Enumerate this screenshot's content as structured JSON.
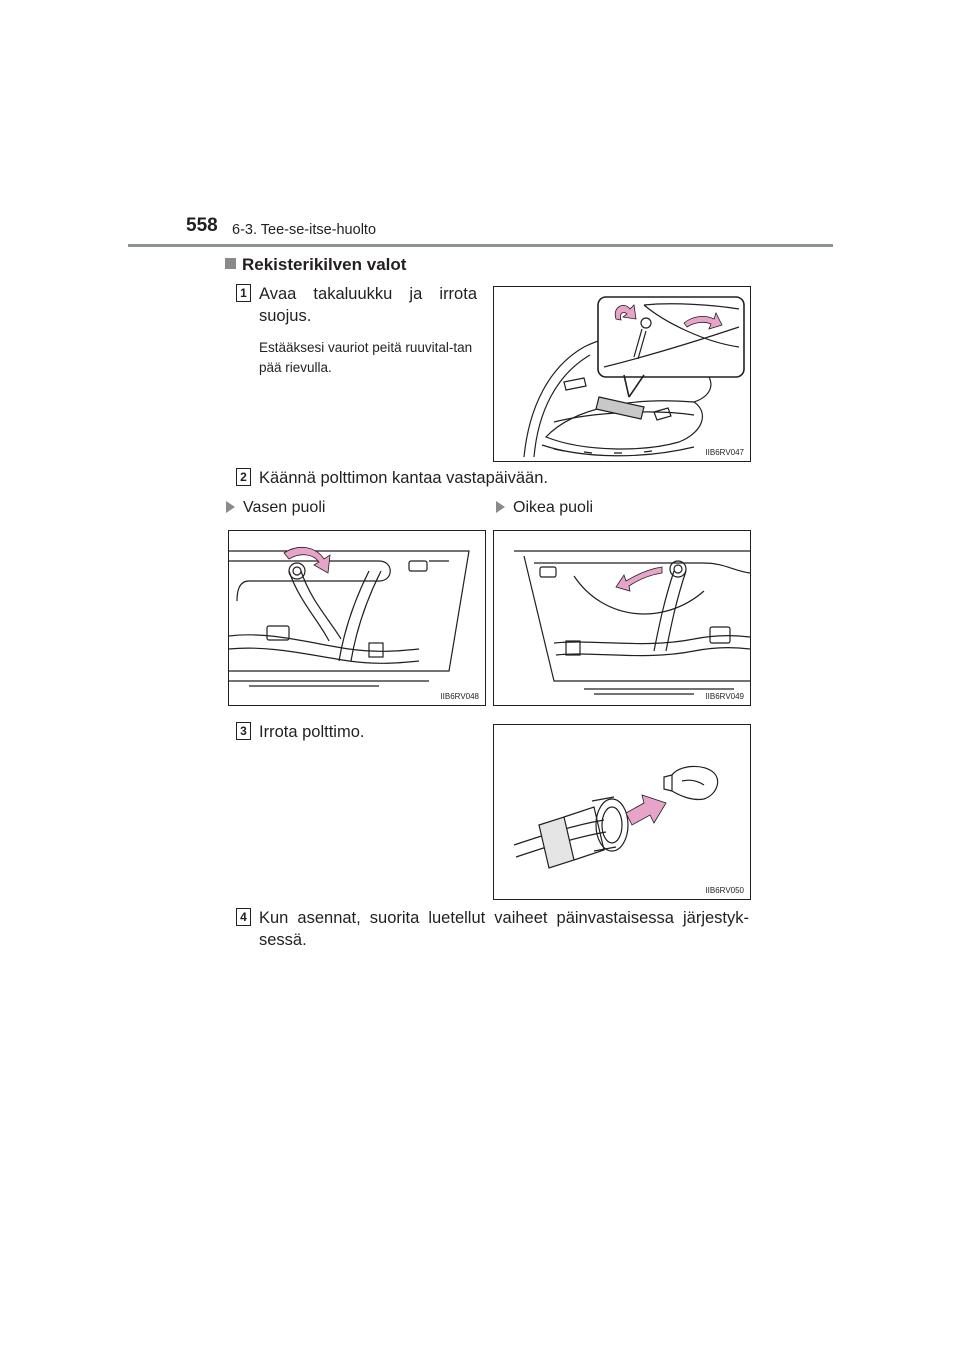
{
  "header": {
    "page_number": "558",
    "section": "6-3. Tee-se-itse-huolto"
  },
  "heading": "Rekisterikilven valot",
  "steps": [
    {
      "number": "1",
      "text": "Avaa takaluukku ja irrota suojus.",
      "note": "Estääksesi vauriot peitä ruuvital-tan pää rievulla.",
      "figure_code": "IIB6RV047"
    },
    {
      "number": "2",
      "text": "Käännä polttimon kantaa vastapäivään."
    },
    {
      "number": "3",
      "text": "Irrota polttimo.",
      "figure_code": "IIB6RV050"
    },
    {
      "number": "4",
      "text": "Kun asennat, suorita luetellut vaiheet päinvastaisessa järjestyk-sessä."
    }
  ],
  "sides": [
    {
      "label": "Vasen puoli",
      "figure_code": "IIB6RV048"
    },
    {
      "label": "Oikea puoli",
      "figure_code": "IIB6RV049"
    }
  ],
  "colors": {
    "arrow": "#e8a3c9",
    "rule": "#8c9396",
    "accent": "#8a8a8a"
  }
}
